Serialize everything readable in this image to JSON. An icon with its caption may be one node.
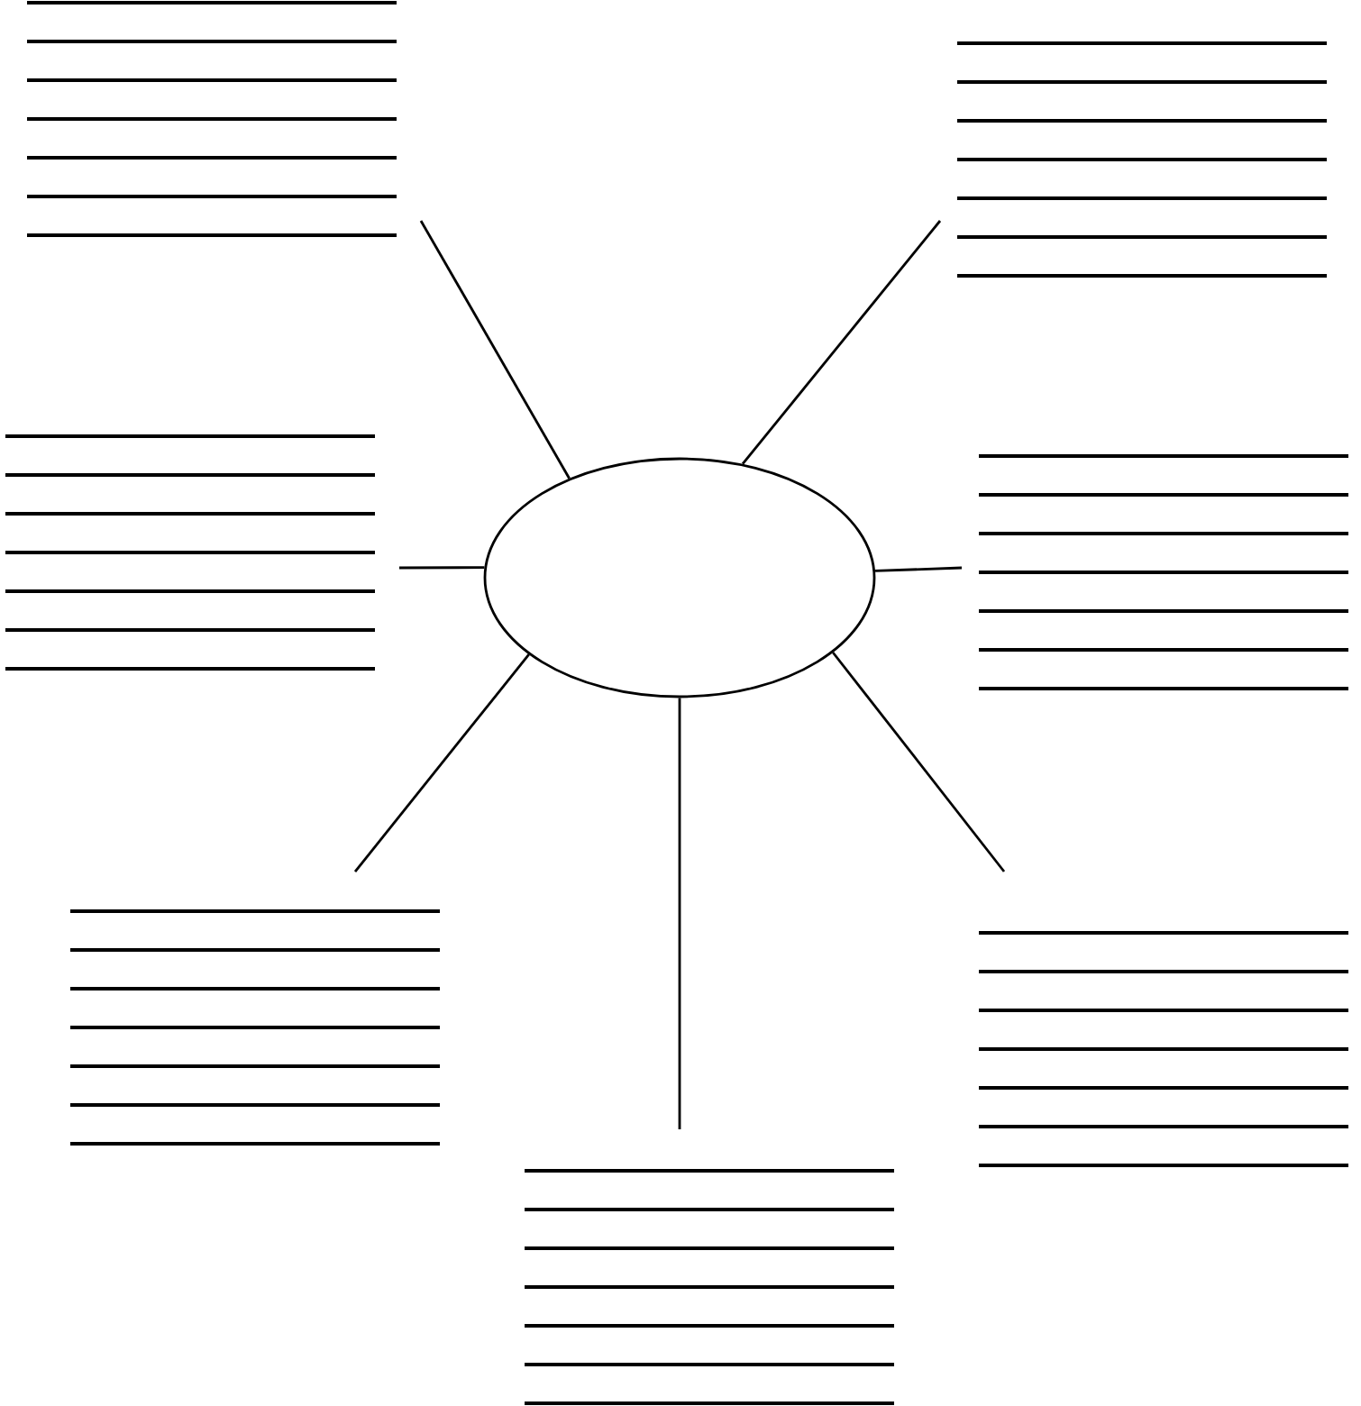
{
  "diagram": {
    "nodes": [
      {
        "text": [],
        "shape": "ellipse"
      },
      {
        "text": [],
        "shape": "lines"
      },
      {
        "text": [],
        "shape": "lines"
      },
      {
        "text": [],
        "shape": "lines"
      },
      {
        "text": [],
        "shape": "lines"
      },
      {
        "text": [],
        "shape": "lines"
      },
      {
        "text": [],
        "shape": "lines"
      },
      {
        "text": [],
        "shape": "lines"
      }
    ],
    "edges": [
      {
        "from": 0,
        "to": 1,
        "arrow": "none"
      },
      {
        "from": 0,
        "to": 2,
        "arrow": "none"
      },
      {
        "from": 0,
        "to": 3,
        "arrow": "none"
      },
      {
        "from": 0,
        "to": 4,
        "arrow": "none"
      },
      {
        "from": 0,
        "to": 5,
        "arrow": "none"
      },
      {
        "from": 0,
        "to": 6,
        "arrow": "none"
      },
      {
        "from": 0,
        "to": 7,
        "arrow": "none"
      }
    ]
  }
}
